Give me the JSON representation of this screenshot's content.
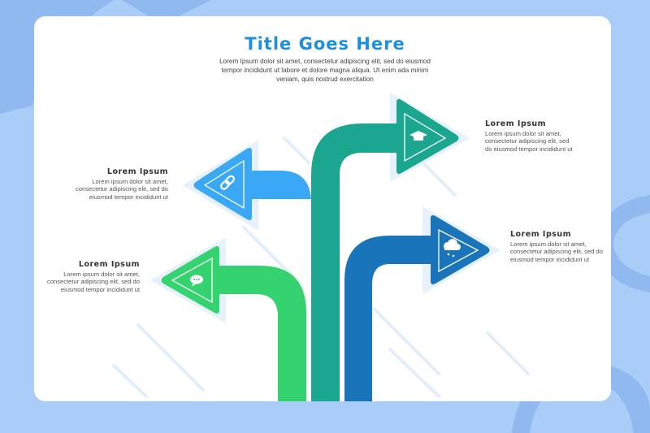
{
  "title": "Title Goes Here",
  "subtitle": "Lorem Ipsum dolor sit amet, consectetur adipiscing elit, sed do eiusmod tempor incididunt ut labore et dolore magna aliqua. Ut enim ada minim veniam, quis nostrud exercitation",
  "items": [
    {
      "heading": "Lorem Ipsum",
      "text": "Lorem ipsum dolor sit amet, consectetur adipiscing elit, sed do eiusmod tempor incididunt ut",
      "icon": "graduation-cap-icon",
      "color": "#1aa68f"
    },
    {
      "heading": "Lorem Ipsum",
      "text": "Lorem ipsum dolor sit amet, consectetur adipiscing elit, sed do eiusmod tempor incididunt ut",
      "icon": "link-icon",
      "color": "#3aa8f4"
    },
    {
      "heading": "Lorem Ipsum",
      "text": "Lorem ipsum dolor sit amet, consectetur adipiscing elit, sed do eiusmod tempor incididunt ut",
      "icon": "cloud-icon",
      "color": "#1a74ba"
    },
    {
      "heading": "Lorem Ipsum",
      "text": "Lorem ipsum dolor sit amet, consectetur adipiscing elit, sed do eiusmod tempor incididunt ut",
      "icon": "chat-icon",
      "color": "#35d36f"
    }
  ]
}
